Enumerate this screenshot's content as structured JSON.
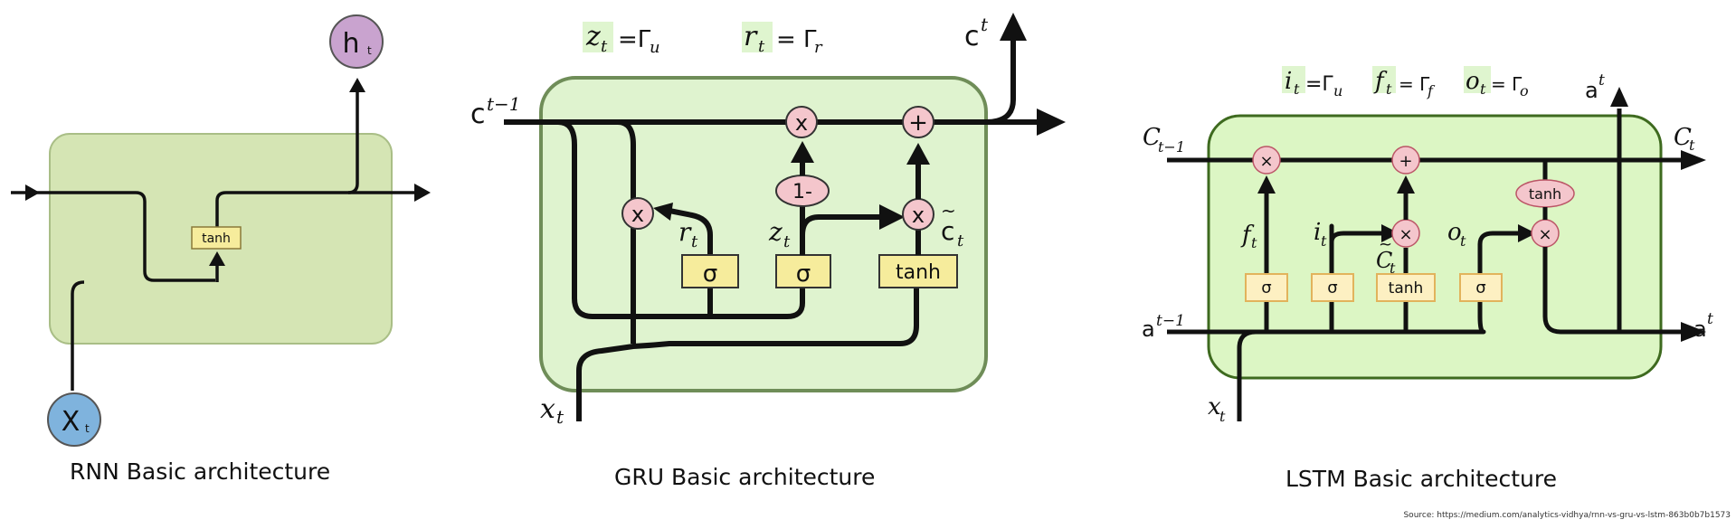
{
  "rnn": {
    "caption": "RNN Basic architecture",
    "output_label": "h",
    "output_sub": "t",
    "input_label": "X",
    "input_sub": "t",
    "activation": "tanh",
    "colors": {
      "cell": "#d5e5b4",
      "cell_border": "#a9be86",
      "output_node": "#c9a3cf",
      "input_node": "#7fb3dd",
      "gate": "#f6ec9c"
    }
  },
  "gru": {
    "caption": "GRU Basic architecture",
    "state_in": "c",
    "state_in_sup": "t−1",
    "state_out": "c",
    "state_out_sup": "t",
    "input": "x",
    "input_sub": "t",
    "eq_z_lhs": "z",
    "eq_z_sub": "t",
    "eq_z_rhs": "=Γ",
    "eq_z_rhs_sub": "u",
    "eq_r_lhs": "r",
    "eq_r_sub": "t",
    "eq_r_rhs": "= Γ",
    "eq_r_rhs_sub": "r",
    "gate_r_label": "r",
    "gate_r_sub": "t",
    "gate_z_label": "z",
    "gate_z_sub": "t",
    "candidate_label": "c",
    "candidate_mark": "~",
    "candidate_sub": "t",
    "sigma": "σ",
    "tanh": "tanh",
    "mult": "x",
    "add": "+",
    "one_minus": "1-",
    "colors": {
      "cell": "#dff3cf",
      "cell_border": "#6f8d58",
      "op": "#f4c6cc",
      "gate": "#f6ec9c",
      "highlight": "#dff5cf"
    }
  },
  "lstm": {
    "caption": "LSTM Basic architecture",
    "cell_in": "C",
    "cell_in_sub": "t−1",
    "cell_out": "C",
    "cell_out_sub": "t",
    "hidden_in": "a",
    "hidden_in_sup": "t−1",
    "hidden_out": "a",
    "hidden_out_sup": "t",
    "hidden_top": "a",
    "hidden_top_sup": "t",
    "input": "x",
    "input_sub": "t",
    "eq_i_lhs": "i",
    "eq_i_sub": "t",
    "eq_i_rhs": "=Γ",
    "eq_i_rhs_sub": "u",
    "eq_f_lhs": "f",
    "eq_f_sub": "t",
    "eq_f_rhs": "= Γ",
    "eq_f_rhs_sub": "f",
    "eq_o_lhs": "o",
    "eq_o_sub": "t",
    "eq_o_rhs": "= Γ",
    "eq_o_rhs_sub": "o",
    "gate_f": "f",
    "gate_f_sub": "t",
    "gate_i": "i",
    "gate_i_sub": "t",
    "gate_o": "o",
    "gate_o_sub": "t",
    "candidate": "C",
    "candidate_mark": "~",
    "candidate_sub": "t",
    "sigma": "σ",
    "tanh": "tanh",
    "mult": "×",
    "add": "+",
    "colors": {
      "cell": "#dcf6c4",
      "cell_border": "#3e6a1f",
      "op": "#f4c6cc",
      "gate": "#fdf0c2",
      "gate_border": "#e2b35c",
      "highlight": "#dff5cf"
    }
  },
  "source": "Source: https://medium.com/analytics-vidhya/rnn-vs-gru-vs-lstm-863b0b7b1573"
}
